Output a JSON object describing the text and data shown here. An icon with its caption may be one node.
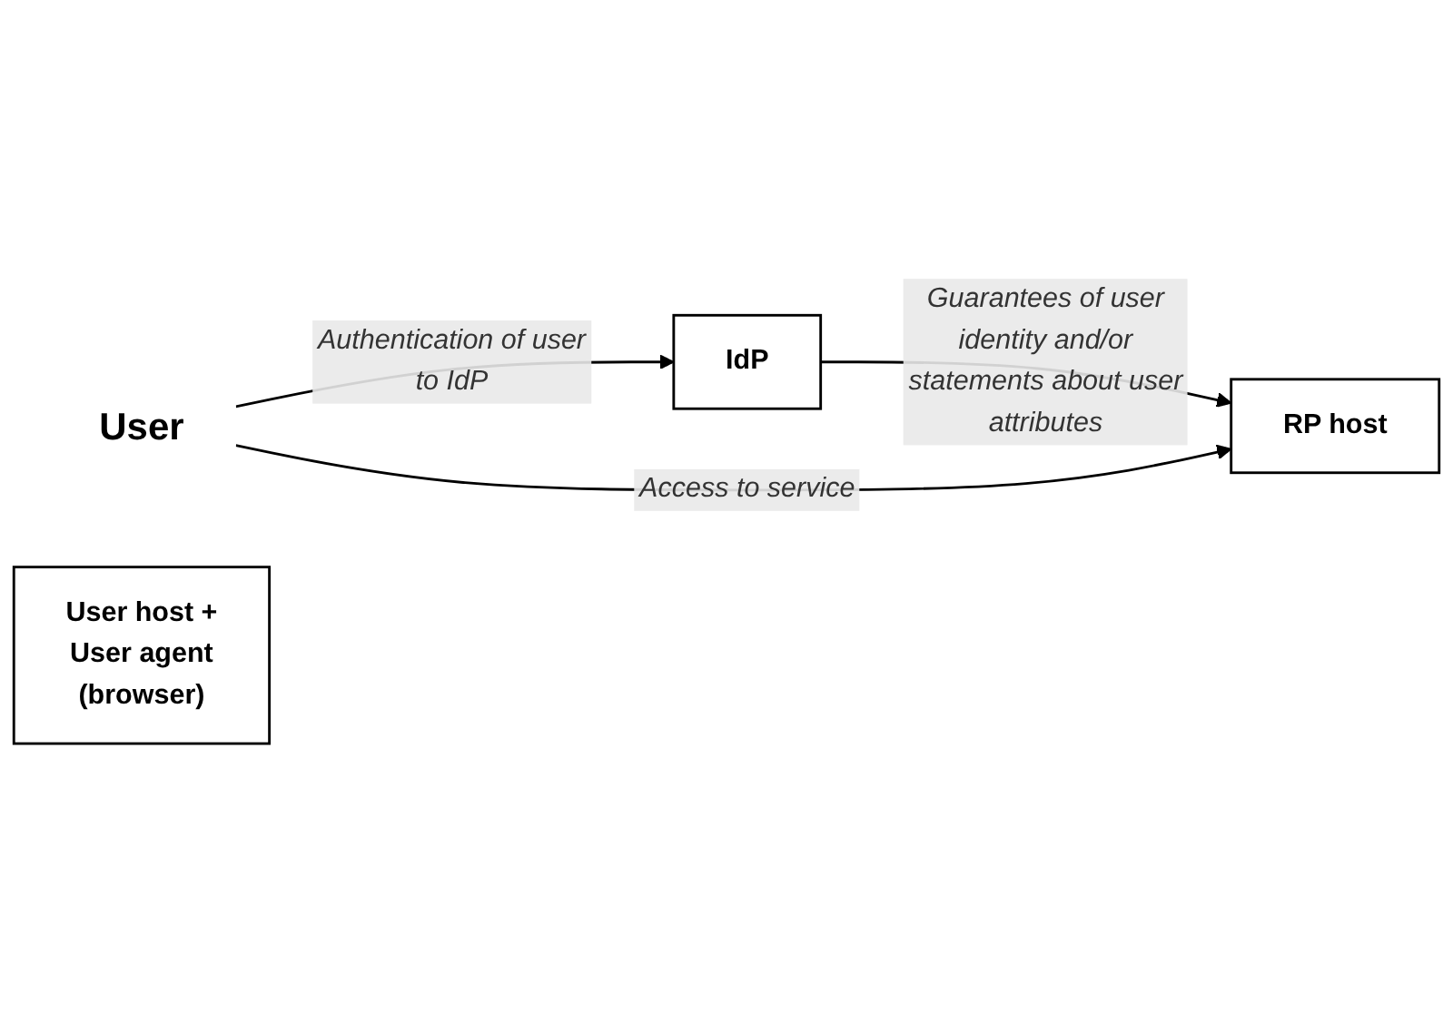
{
  "diagram": {
    "nodes": [
      {
        "text": [
          "IdP"
        ]
      },
      {
        "text": [
          "User"
        ]
      },
      {
        "text": [
          "User host + User agent (browser)"
        ]
      },
      {
        "text": [
          "RP host"
        ]
      }
    ],
    "edges": [
      {
        "from": 1,
        "to": 0,
        "arrow": "to",
        "label": "Authentication of user to IdP"
      },
      {
        "from": 0,
        "to": 3,
        "arrow": "to",
        "label": "Guarantees of user identity and/or statements about user attributes"
      },
      {
        "from": 1,
        "to": 3,
        "arrow": "to",
        "label": "Access to service"
      }
    ]
  }
}
